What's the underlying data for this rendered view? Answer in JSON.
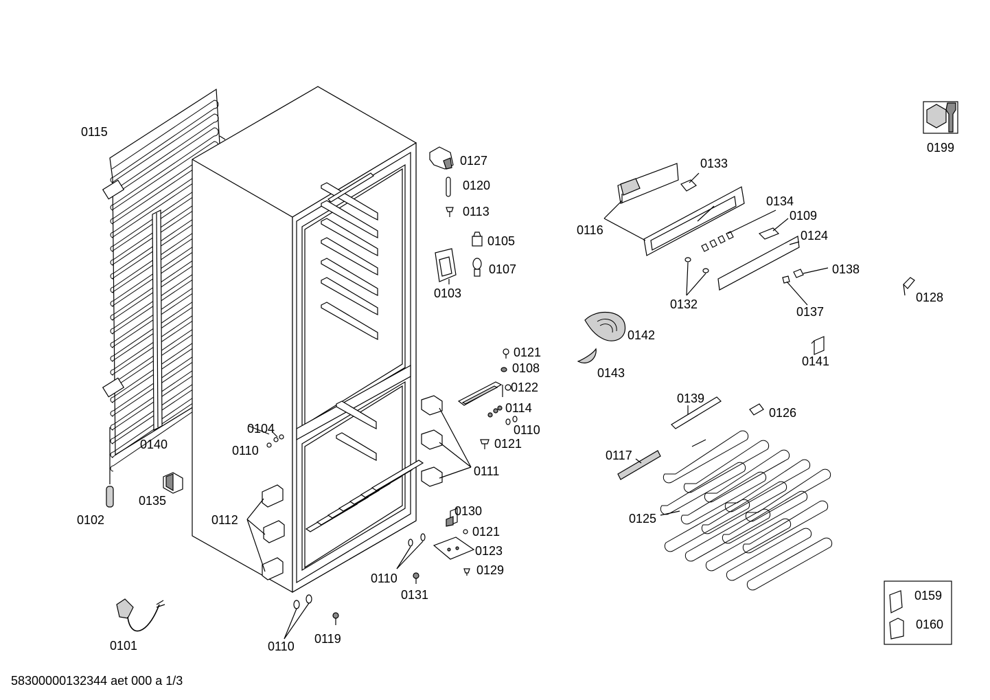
{
  "labels": {
    "p0115": "0115",
    "p0140": "0140",
    "p0102": "0102",
    "p0135": "0135",
    "p0104": "0104",
    "p0110a": "0110",
    "p0112": "0112",
    "p0101": "0101",
    "p0110b": "0110",
    "p0119": "0119",
    "p0127": "0127",
    "p0120": "0120",
    "p0113": "0113",
    "p0105": "0105",
    "p0107": "0107",
    "p0103": "0103",
    "p0121a": "0121",
    "p0108": "0108",
    "p0122": "0122",
    "p0114": "0114",
    "p0110c": "0110",
    "p0121b": "0121",
    "p0111": "0111",
    "p0130": "0130",
    "p0121c": "0121",
    "p0123": "0123",
    "p0129": "0129",
    "p0110d": "0110",
    "p0131": "0131",
    "p0116": "0116",
    "p0133": "0133",
    "p0134": "0134",
    "p0109": "0109",
    "p0124": "0124",
    "p0138": "0138",
    "p0132": "0132",
    "p0137": "0137",
    "p0128": "0128",
    "p0142": "0142",
    "p0143": "0143",
    "p0141": "0141",
    "p0139": "0139",
    "p0126": "0126",
    "p0117": "0117",
    "p0125": "0125",
    "p0199": "0199",
    "p0159": "0159",
    "p0160": "0160"
  },
  "footer": "58300000132344 aet 000 a 1/3"
}
